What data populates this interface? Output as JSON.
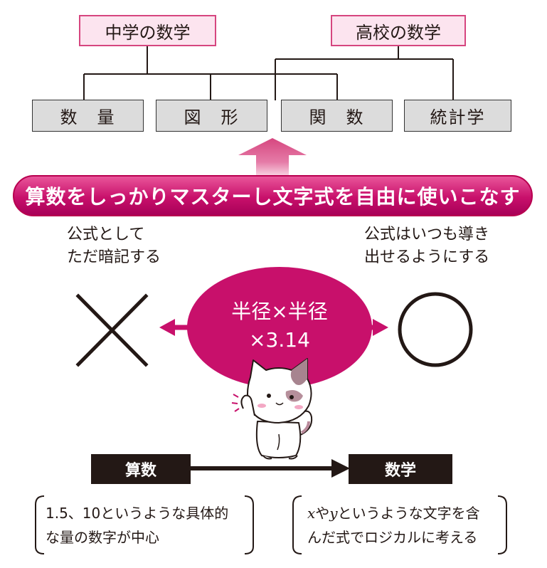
{
  "categories": {
    "middle": "中学の数学",
    "high": "高校の数学"
  },
  "topics": [
    "数　量",
    "図　形",
    "関　数",
    "統計学"
  ],
  "banner": "算数をしっかりマスターし文字式を自由に使いこなす",
  "left_note": [
    "公式として",
    "ただ暗記する"
  ],
  "right_note": [
    "公式はいつも導き",
    "出せるようにする"
  ],
  "center_formula": [
    "半径×半径",
    "×3.14"
  ],
  "left_mark": "×",
  "right_mark": "○",
  "flow": {
    "from": "算数",
    "to": "数学"
  },
  "left_bracket": [
    "1.5、10というような具体的",
    "な量の数字が中心"
  ],
  "right_bracket": {
    "line1_var1": "x",
    "line1_mid": "や",
    "line1_var2": "y",
    "line1_rest": "というような文字を含",
    "line2": "んだ式でロジカルに考える"
  },
  "colors": {
    "accent": "#c8106b",
    "accent_light": "#fce4ef",
    "box_gray": "#dcdcdc",
    "dark": "#231815"
  }
}
